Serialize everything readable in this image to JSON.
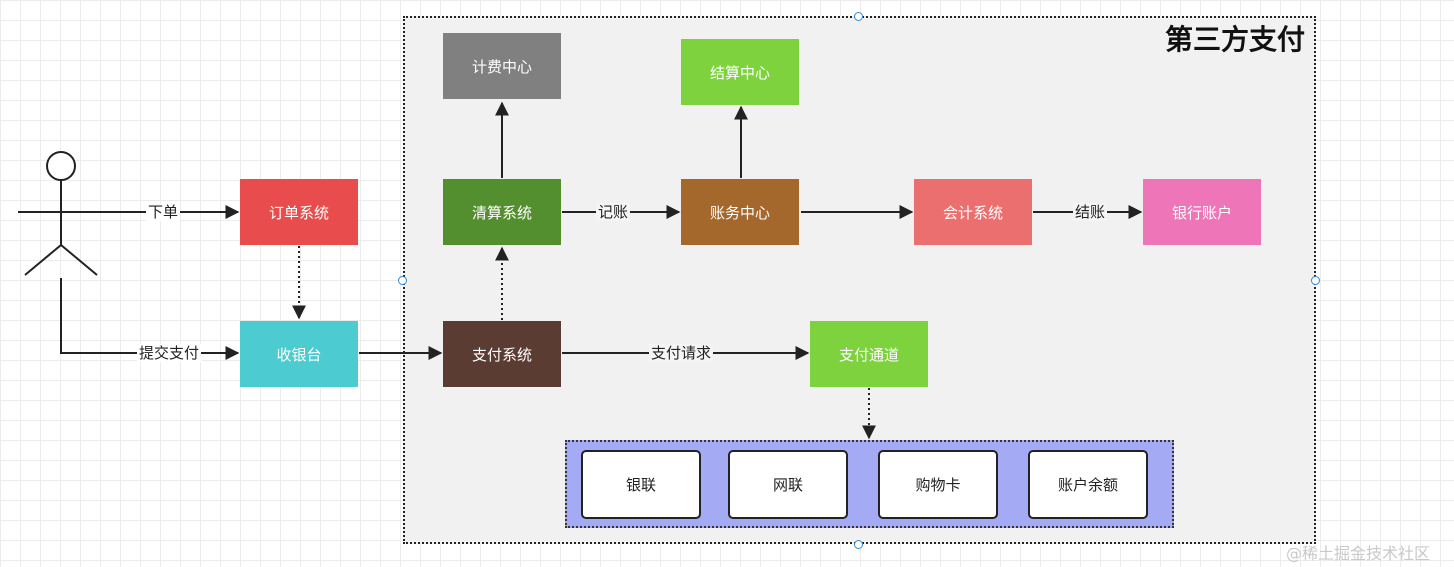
{
  "container": {
    "title": "第三方支付"
  },
  "nodes": {
    "order": "订单系统",
    "cashier": "收银台",
    "billing": "计费中心",
    "clearing": "清算系统",
    "settlement": "结算中心",
    "ledger": "账务中心",
    "accounting": "会计系统",
    "bank": "银行账户",
    "payment": "支付系统",
    "channel": "支付通道"
  },
  "channels": [
    "银联",
    "网联",
    "购物卡",
    "账户余额"
  ],
  "edge_labels": {
    "place_order": "下单",
    "submit_payment": "提交支付",
    "record": "记账",
    "settle": "结账",
    "pay_request": "支付请求"
  },
  "colors": {
    "order": "#e84c4c",
    "cashier": "#4ccbd0",
    "billing": "#808080",
    "clearing": "#548f2f",
    "settlement": "#7ed23e",
    "ledger": "#a4672c",
    "accounting": "#ec6f6f",
    "bank": "#ee76b8",
    "payment": "#5b3c33",
    "channel": "#7ed23e",
    "channel_group": "#a4aaf3"
  },
  "watermark": "@稀土掘金技术社区"
}
